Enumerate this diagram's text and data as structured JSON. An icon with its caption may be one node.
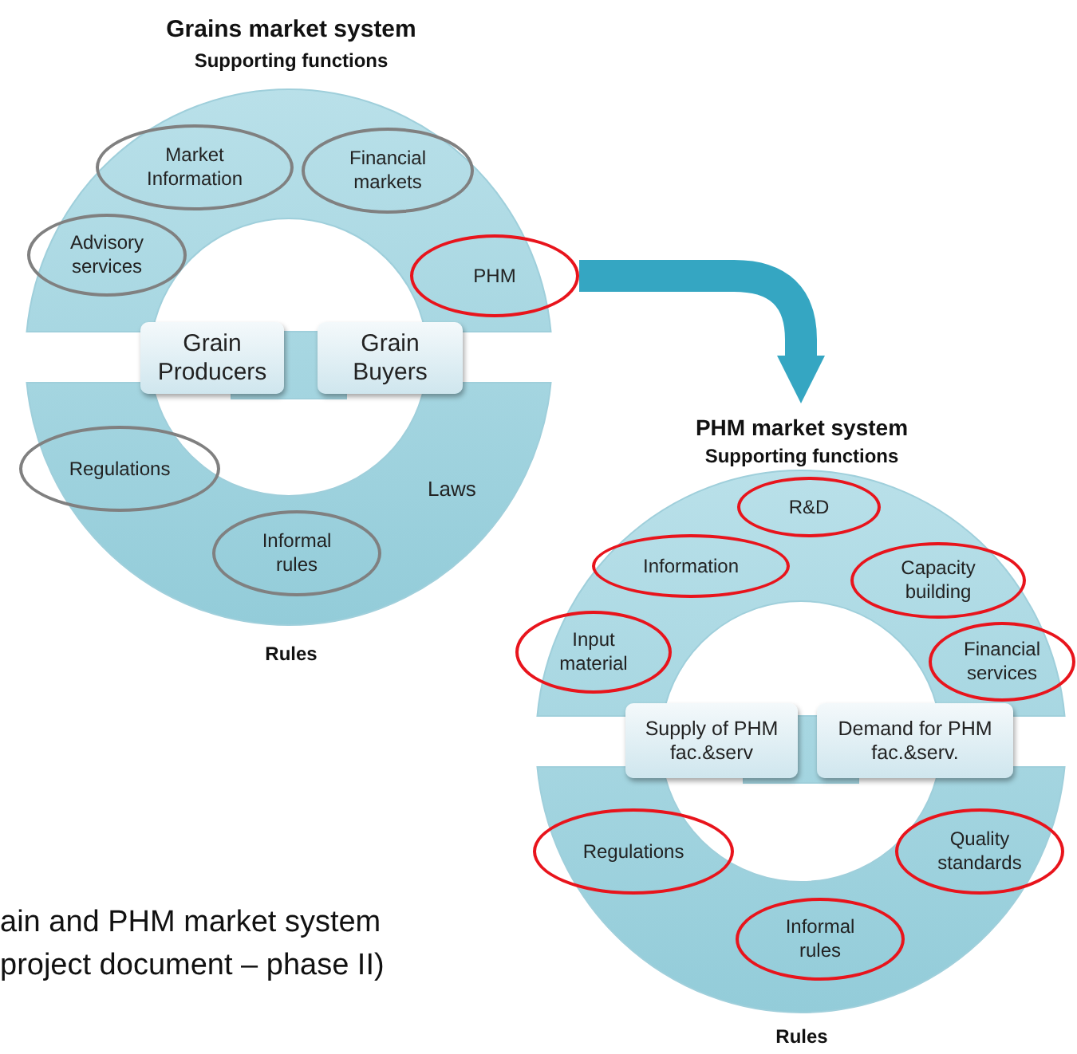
{
  "diagram": {
    "caption": "ain and PHM market system project document – phase II)",
    "nodes": [
      {
        "text": [
          "Grains market system",
          "Supporting functions",
          "Rules"
        ]
      },
      {
        "text": [
          "Market Information"
        ],
        "in": 0
      },
      {
        "text": [
          "Financial markets"
        ],
        "in": 0
      },
      {
        "text": [
          "Advisory services"
        ],
        "in": 0
      },
      {
        "text": [
          "PHM"
        ],
        "in": 0
      },
      {
        "text": [
          "Grain Producers"
        ],
        "in": 0
      },
      {
        "text": [
          "Grain Buyers"
        ],
        "in": 0
      },
      {
        "text": [
          "Regulations"
        ],
        "in": 0
      },
      {
        "text": [
          "Informal rules"
        ],
        "in": 0
      },
      {
        "text": [
          "PHM market system",
          "Supporting functions",
          "Rules"
        ]
      },
      {
        "text": [
          "R&D"
        ],
        "in": 9
      },
      {
        "text": [
          "Information"
        ],
        "in": 9
      },
      {
        "text": [
          "Capacity building"
        ],
        "in": 9
      },
      {
        "text": [
          "Input material"
        ],
        "in": 9
      },
      {
        "text": [
          "Financial services"
        ],
        "in": 9
      },
      {
        "text": [
          "Supply of PHM fac.&serv"
        ],
        "in": 9
      },
      {
        "text": [
          "Demand for PHM fac.&serv."
        ],
        "in": 9
      },
      {
        "text": [
          "Regulations"
        ],
        "in": 9
      },
      {
        "text": [
          "Quality standards"
        ],
        "in": 9
      },
      {
        "text": [
          "Informal rules"
        ],
        "in": 9
      }
    ],
    "edges": [
      {
        "from": 4,
        "to": 9,
        "arrow": "to"
      }
    ],
    "labels": [
      "Laws"
    ]
  }
}
